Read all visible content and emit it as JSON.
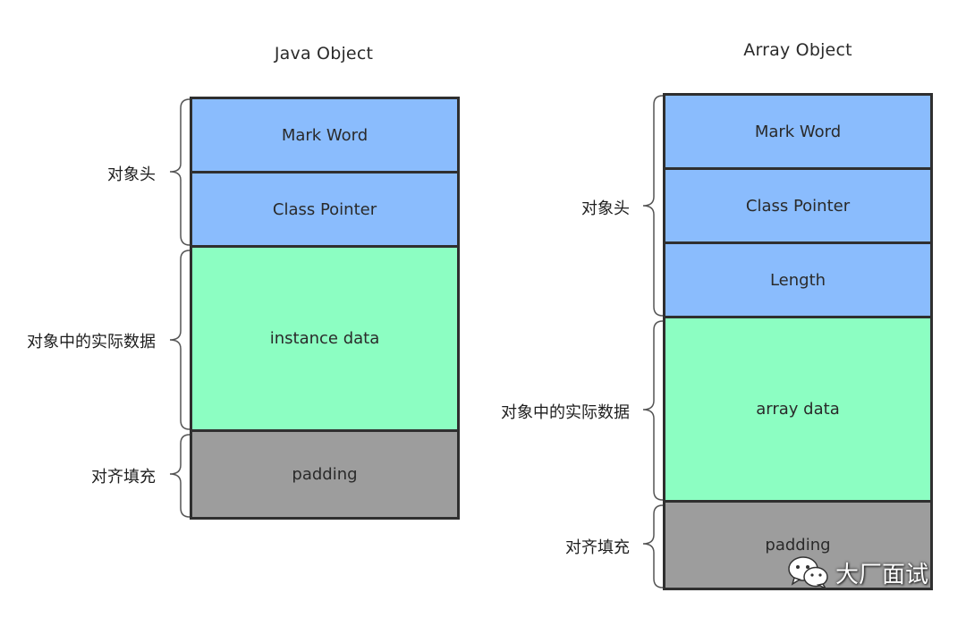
{
  "java_object": {
    "title": "Java Object",
    "blocks": [
      "Mark Word",
      "Class Pointer",
      "instance data",
      "padding"
    ],
    "groups": [
      "对象头",
      "对象中的实际数据",
      "对齐填充"
    ]
  },
  "array_object": {
    "title": "Array Object",
    "blocks": [
      "Mark Word",
      "Class Pointer",
      "Length",
      "array data",
      "padding"
    ],
    "groups": [
      "对象头",
      "对象中的实际数据",
      "对齐填充"
    ]
  },
  "colors": {
    "header": "#8abcfd",
    "data": "#8cfec2",
    "padding": "#9d9d9d"
  },
  "watermark": {
    "text": "大厂面试",
    "icon": "wechat-icon"
  }
}
